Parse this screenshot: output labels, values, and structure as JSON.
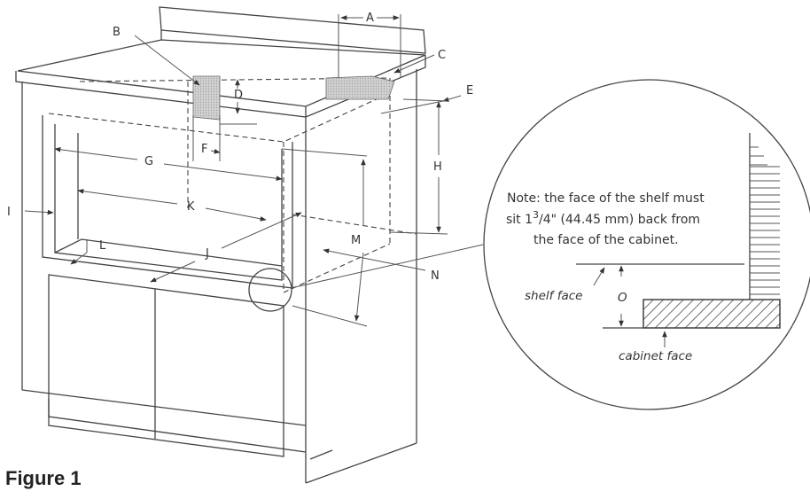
{
  "figure": {
    "caption": "Figure 1",
    "labels": {
      "A": "A",
      "B": "B",
      "C": "C",
      "D": "D",
      "E": "E",
      "F": "F",
      "G": "G",
      "H": "H",
      "I": "I",
      "J": "J",
      "K": "K",
      "L": "L",
      "M": "M",
      "N": "N",
      "O": "O"
    },
    "detail": {
      "note_line1": "Note: the face of the shelf must",
      "note_line2_pre": "sit 1",
      "note_line2_sup": "3",
      "note_line2_post": "/4\" (44.45 mm) back from",
      "note_line3": "the face of the cabinet.",
      "shelf_face": "shelf face",
      "cabinet_face": "cabinet face"
    }
  }
}
